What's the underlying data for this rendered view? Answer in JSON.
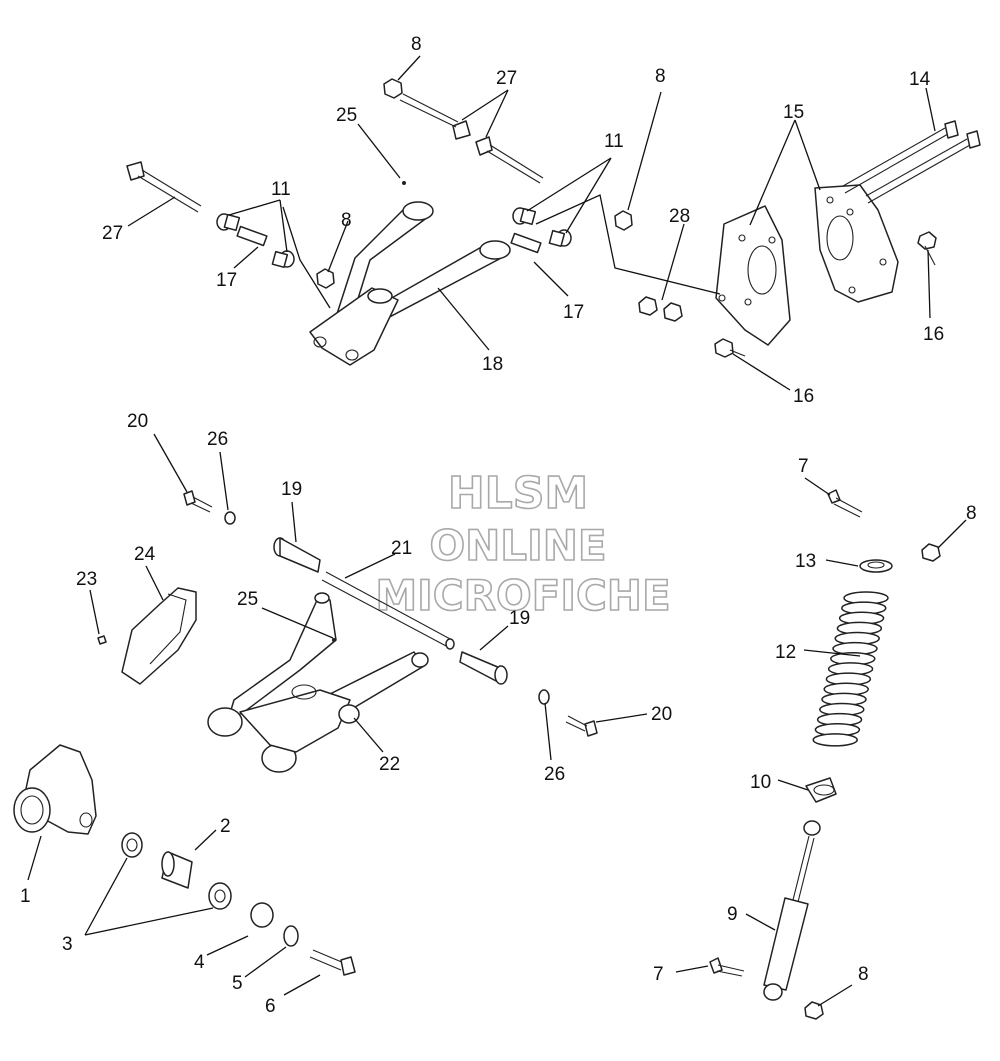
{
  "diagram": {
    "watermark": [
      "HLSM",
      "ONLINE",
      "MICROFICHE"
    ],
    "callouts": [
      "1",
      "2",
      "3",
      "4",
      "5",
      "6",
      "7",
      "7",
      "8",
      "8",
      "8",
      "8",
      "8",
      "9",
      "10",
      "11",
      "11",
      "12",
      "13",
      "14",
      "15",
      "16",
      "16",
      "17",
      "17",
      "18",
      "19",
      "19",
      "20",
      "20",
      "21",
      "22",
      "23",
      "24",
      "25",
      "25",
      "26",
      "26",
      "27",
      "27",
      "28"
    ]
  }
}
